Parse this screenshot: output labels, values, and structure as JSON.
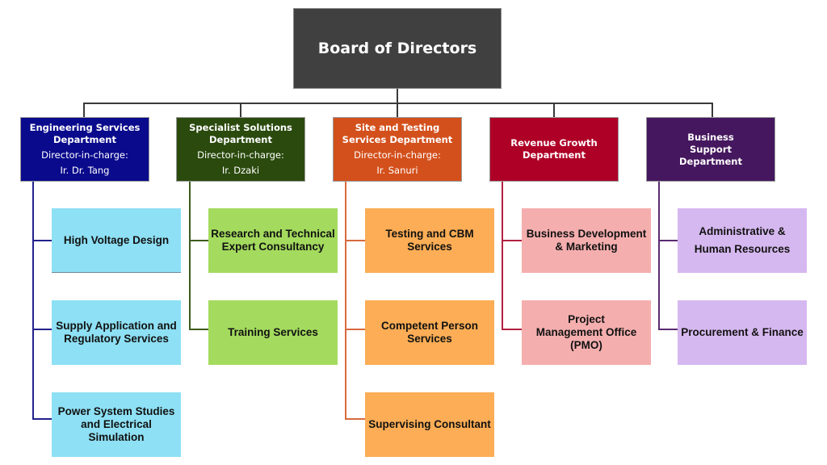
{
  "board": {
    "title": "Board of Directors",
    "color": "#404040"
  },
  "departments": [
    {
      "title": "Engineering Services Department",
      "director_label": "Director-in-charge:",
      "director": "Ir. Dr. Tang",
      "color": "#0a0a8c",
      "unit_color": "#8ee0f4",
      "line_color": "#22228c",
      "units": [
        "High Voltage Design",
        "Supply Application and Regulatory Services",
        "Power System Studies and Electrical Simulation"
      ]
    },
    {
      "title": "Specialist Solutions Department",
      "director_label": "Director-in-charge:",
      "director": "Ir. Dzaki",
      "color": "#2b4a0e",
      "unit_color": "#a4db5e",
      "line_color": "#3e5c1e",
      "units": [
        "Research and Technical Expert Consultancy",
        "Training Services"
      ]
    },
    {
      "title": "Site and Testing Services Department",
      "director_label": "Director-in-charge:",
      "director": "Ir. Sanuri",
      "color": "#d3501c",
      "unit_color": "#fcad55",
      "line_color": "#d86a3e",
      "units": [
        "Testing and CBM Services",
        "Competent Person Services",
        "Supervising Consultant"
      ]
    },
    {
      "title": "Revenue Growth Department",
      "director_label": "",
      "director": "",
      "color": "#ae0026",
      "unit_color": "#f5aeae",
      "line_color": "#b22040",
      "units": [
        "Business Development & Marketing",
        "Project Management Office (PMO)"
      ]
    },
    {
      "title": "Business Support Department",
      "director_label": "",
      "director": "",
      "color": "#45175e",
      "unit_color": "#d6b8f0",
      "line_color": "#5a2a70",
      "units": [
        "Administrative & Human Resources",
        "Procurement & Finance"
      ]
    }
  ],
  "connector_color": "#3a3a3a"
}
